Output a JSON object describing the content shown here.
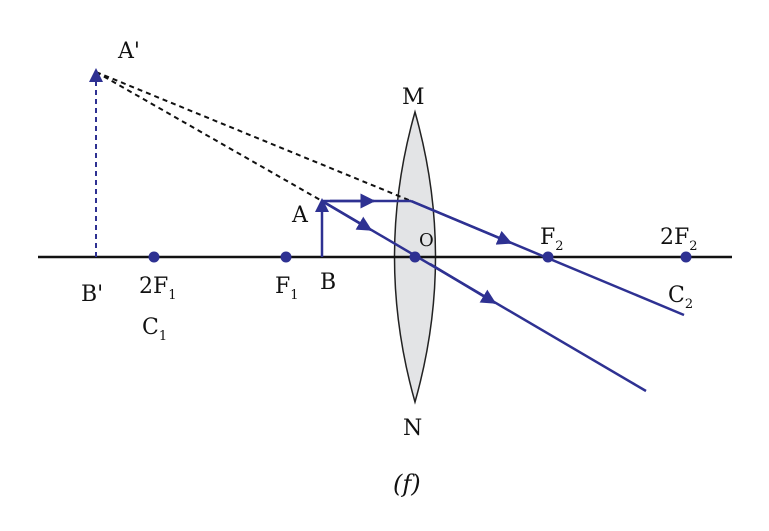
{
  "colors": {
    "ray": "#2e3192",
    "axis": "#111111",
    "lens_fill": "#e3e4e6",
    "lens_stroke": "#222222",
    "virtual": "#111111"
  },
  "labels": {
    "image_tip": "A'",
    "image_base": "B'",
    "object_tip": "A",
    "object_base": "B",
    "lens_top": "M",
    "lens_bottom": "N",
    "optical_centre": "O",
    "two_f1_main": "2F",
    "two_f1_sub": "1",
    "c1_main": "C",
    "c1_sub": "1",
    "f1_main": "F",
    "f1_sub": "1",
    "f2_main": "F",
    "f2_sub": "2",
    "two_f2_main": "2F",
    "two_f2_sub": "2",
    "c2_main": "C",
    "c2_sub": "2"
  },
  "caption": "(f)"
}
